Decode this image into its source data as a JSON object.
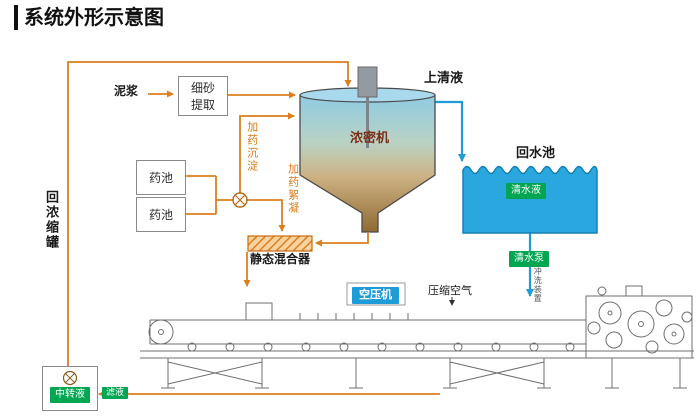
{
  "title": "系统外形示意图",
  "colors": {
    "flow_orange": "#dd7f1f",
    "water_blue": "#1e9cd7",
    "pool_fill": "#2aa7df",
    "badge_green": "#00a651",
    "compressor_blue": "#1e9cd7",
    "thickener_label_color": "#7b2d16",
    "machine_line_gray": "#6f6f6f"
  },
  "nodes": {
    "slurry": "泥浆",
    "sand_extraction": "细砂提取",
    "supernatant": "上清液",
    "thickener": "浓密机",
    "return_pool": "回水池",
    "clear_water": "清水液",
    "chem_pool_top": "药池",
    "chem_pool_bottom": "药池",
    "dosing_sedimentation": "加药沉淀",
    "dosing_flocculation": "加药絮凝",
    "static_mixer": "静态混合器",
    "return_concentrate_tank": "回浓缩罐",
    "transfer_liquid": "中转液",
    "filtrate": "滤液",
    "air_compressor": "空压机",
    "compressed_air": "压缩空气",
    "clear_water_pump": "清水泵",
    "flushing_device": "冲洗装置"
  }
}
